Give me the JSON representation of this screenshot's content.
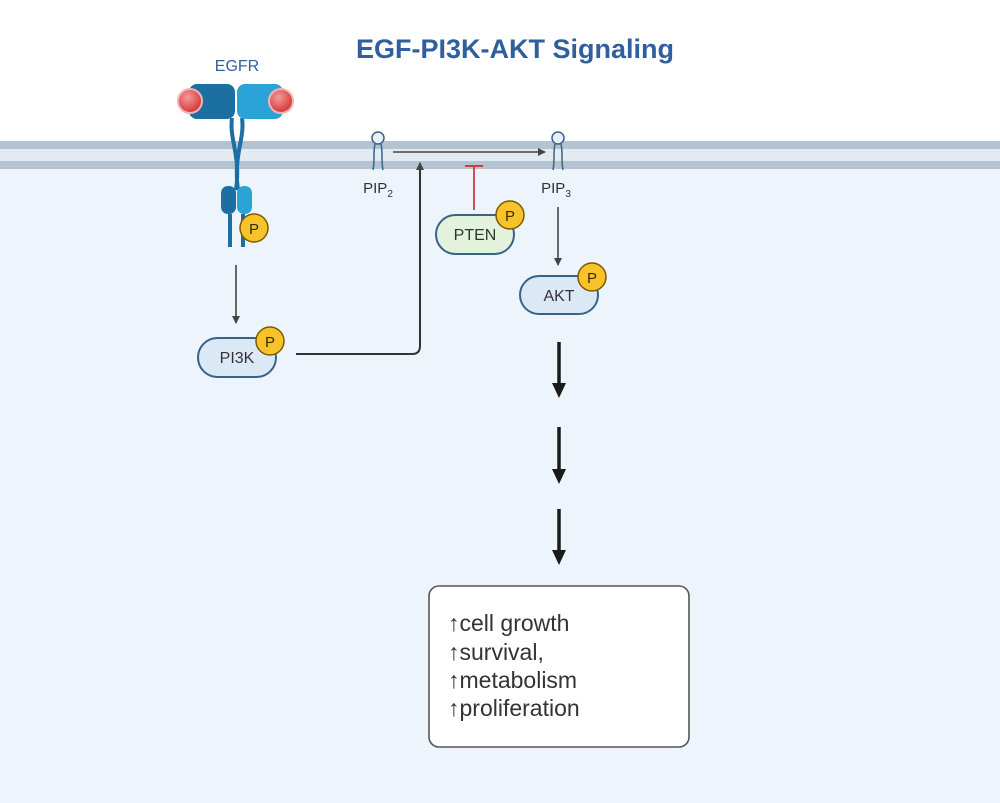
{
  "title": "EGF-PI3K-AKT Signaling",
  "receptor": {
    "label": "EGFR",
    "phospho": "P"
  },
  "lipids": {
    "pip2_base": "PIP",
    "pip2_sub": "2",
    "pip3_base": "PIP",
    "pip3_sub": "3"
  },
  "proteins": {
    "pi3k": {
      "label": "PI3K",
      "phospho": "P"
    },
    "pten": {
      "label": "PTEN",
      "phospho": "P"
    },
    "akt": {
      "label": "AKT",
      "phospho": "P"
    }
  },
  "outcomes": {
    "arrow_glyph": "↑",
    "items": [
      "cell growth",
      "survival,",
      "metabolism",
      "proliferation"
    ]
  },
  "colors": {
    "title": "#2f5f9e",
    "cytoplasm": "#edf4fc",
    "membrane": "#b3c3d1",
    "receptor_dark": "#1b6fa3",
    "receptor_light": "#2ba3d8",
    "ligand": "#dd4b4b",
    "phospho": "#f8c22a",
    "protein_fill": "#dbe8f6",
    "protein_stroke": "#3a6289",
    "pten_fill": "#e3f2da",
    "inhibition": "#c9403a",
    "arrow": "#333333"
  }
}
